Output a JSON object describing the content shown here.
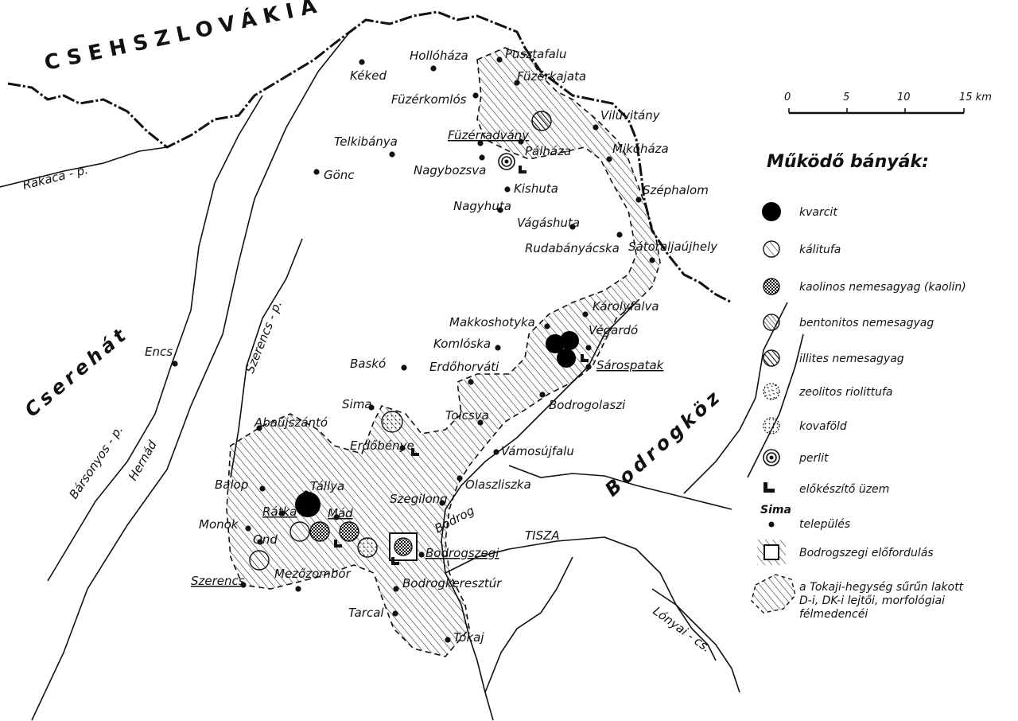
{
  "country": "CSEHSZLOVÁKIA",
  "regions": {
    "cserehat": "Cserehát",
    "bodrogkoz": "Bodrogköz"
  },
  "rivers": {
    "rakaca": "Rakaca - p.",
    "szerencs": "Szerencs - p.",
    "barsonyos": "Bársonyos - p.",
    "hernad": "Hernád",
    "bodrog": "Bodrog",
    "tisza": "TISZA",
    "lonyai": "Lónyai - cs."
  },
  "towns": {
    "keked": "Kéked",
    "hollohaza": "Hollóháza",
    "pusztafalu": "Pusztafalu",
    "fuzerkajata": "Füzérkajata",
    "fuzerkomlos": "Füzérkomlós",
    "viluvitany": "Viluvitány",
    "fuzerradvany": "Füzérradvány",
    "palhaza": "Pálháza",
    "mikohaza": "Mikóháza",
    "telkibanya": "Telkibánya",
    "nagybozsva": "Nagybozsva",
    "gonc": "Gönc",
    "kishuta": "Kishuta",
    "szephalom": "Széphalom",
    "nagyhuta": "Nagyhuta",
    "vagashuta": "Vágáshuta",
    "rudabanyacska": "Rudabányácska",
    "satoraljaujhely": "Sátoraljaújhely",
    "karolyfalva": "Károlyfalva",
    "makkoshotyka": "Makkoshotyka",
    "vegardo": "Végardó",
    "komloska": "Komlóska",
    "sarospatak": "Sárospatak",
    "basko": "Baskó",
    "erdohorvati": "Erdőhorváti",
    "encs": "Encs",
    "sima": "Sima",
    "tolcsva": "Tolcsva",
    "bodrogolaszi": "Bodrogolaszi",
    "abaujszanto": "Abaújszántó",
    "erdobenye": "Erdőbénye",
    "vamosujfalu": "Vámosújfalu",
    "tallya": "Tállya",
    "balop": "Balop",
    "olaszliszka": "Olaszliszka",
    "szegilong": "Szegilong",
    "ratka": "Rátka",
    "mad": "Mád",
    "monok": "Monok",
    "ond": "Ond",
    "bodrogszegi": "Bodrogszegi",
    "szerencs": "Szerencs",
    "mezozombor": "Mezőzombor",
    "bodrogkeresztur": "Bodrogkeresztúr",
    "tarcal": "Tarcal",
    "tokaj": "Tokaj"
  },
  "scale": {
    "ticks": [
      "0",
      "5",
      "10",
      "15 km"
    ]
  },
  "legend": {
    "title": "Működő bányák:",
    "items": [
      {
        "symbol": "solid-circle",
        "label": "kvarcit"
      },
      {
        "symbol": "hatched-circle",
        "label": "kálitufa"
      },
      {
        "symbol": "crosshatch-circle",
        "label": "kaolinos nemesagyag (kaolin)"
      },
      {
        "symbol": "fine-hatch-circle",
        "label": "bentonitos nemesagyag"
      },
      {
        "symbol": "bold-hatch-circle",
        "label": "illites nemesagyag"
      },
      {
        "symbol": "dashes-circle",
        "label": "zeolitos riolittufa"
      },
      {
        "symbol": "dotted-circle",
        "label": "kovaföld"
      },
      {
        "symbol": "ring-circle",
        "label": "perlit"
      },
      {
        "symbol": "plant-mark",
        "label": "előkészítő üzem"
      },
      {
        "symbol": "settlement-dot",
        "label": "település",
        "sample": "Sima"
      },
      {
        "symbol": "square",
        "label": "Bodrogszegi előfordulás"
      },
      {
        "symbol": "basin-area",
        "label": "a Tokaji-hegység sűrűn lakott D-i, DK-i lejtői, morfológiai félmedencéi"
      }
    ]
  }
}
